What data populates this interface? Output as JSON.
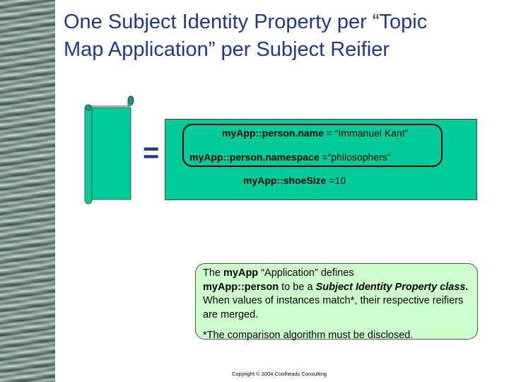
{
  "slide": {
    "title_line1": "One Subject Identity Property per “Topic",
    "title_line2": "Map Application” per Subject Reifier",
    "equals": "=",
    "properties": [
      {
        "key": "myApp::person.name",
        "sep": " = ",
        "value": "“Immanuel Kant”"
      },
      {
        "key": "myApp::person.namespace",
        "sep": " =",
        "value": "“philosophers”"
      },
      {
        "key": "myApp::shoeSize",
        "sep": " =",
        "value": "10"
      }
    ],
    "note": {
      "t1": "The ",
      "b1": "myApp",
      "t2": " “Application” defines",
      "b2": "myApp::person",
      "t3": " to be a ",
      "bi1": "Subject Identity Property class.",
      "t4": "  When values of instances match*, their respective reifiers are merged.",
      "footnote": "*The comparison algorithm must be disclosed."
    },
    "copyright": "Copyright © 2004 Coolheads Consulting"
  },
  "colors": {
    "title": "#1f3a8a",
    "props_box": "#00cc99",
    "note_box": "#ccffcc"
  }
}
